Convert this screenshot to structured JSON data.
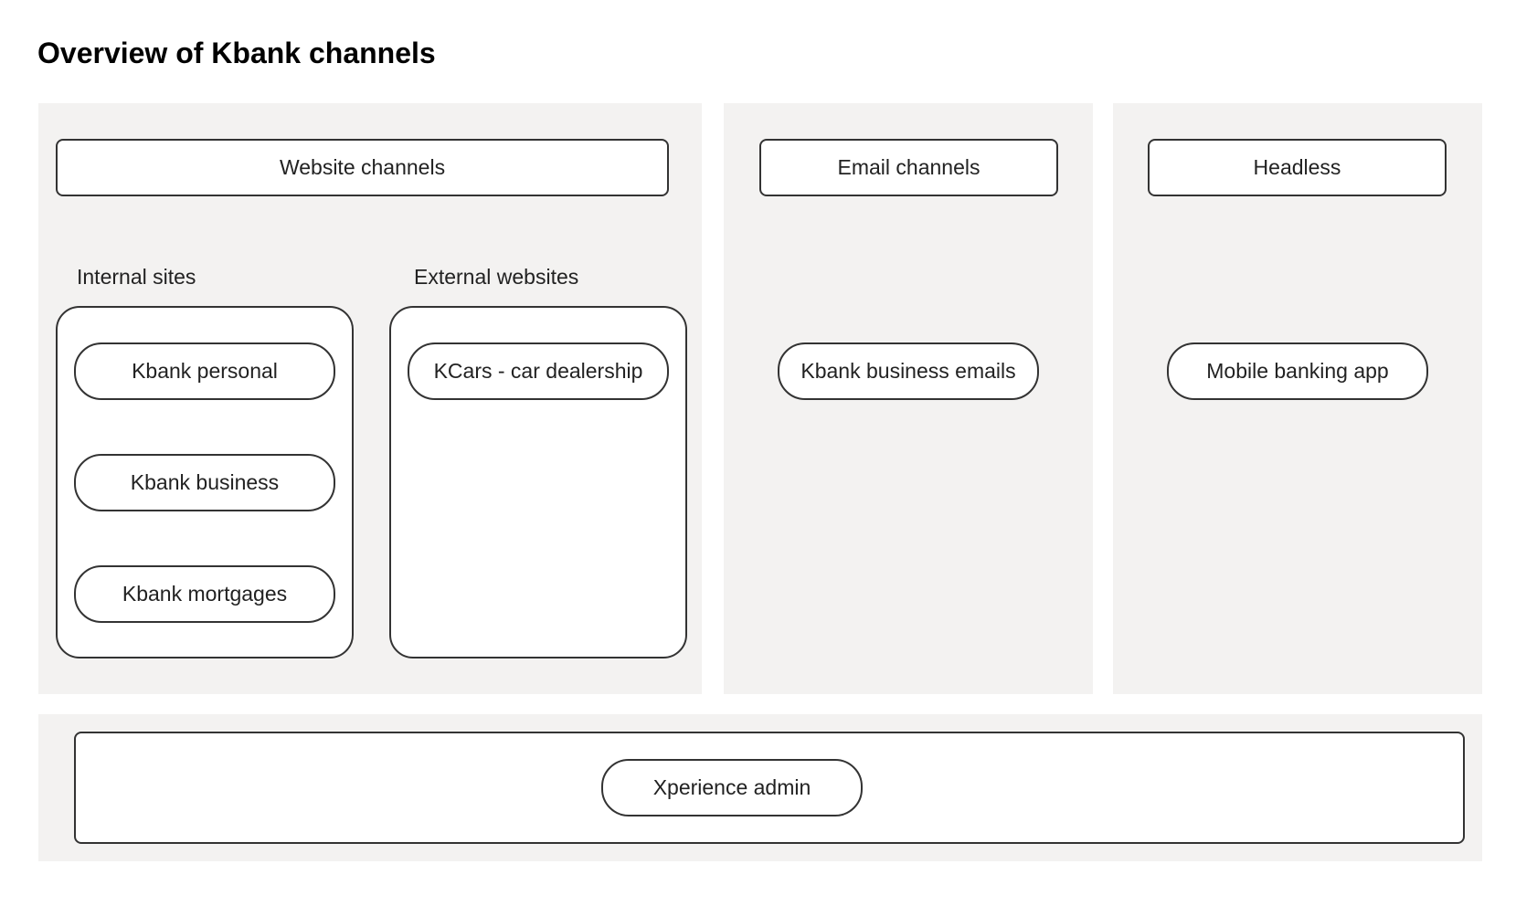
{
  "title": "Overview of Kbank channels",
  "website": {
    "header": "Website channels",
    "internal": {
      "label": "Internal sites",
      "items": [
        "Kbank personal",
        "Kbank business",
        "Kbank mortgages"
      ]
    },
    "external": {
      "label": "External websites",
      "items": [
        "KCars - car dealership"
      ]
    }
  },
  "email": {
    "header": "Email channels",
    "items": [
      "Kbank business emails"
    ]
  },
  "headless": {
    "header": "Headless",
    "items": [
      "Mobile banking app"
    ]
  },
  "admin": {
    "items": [
      "Xperience admin"
    ]
  },
  "colors": {
    "panel_background": "#f3f2f1",
    "box_border": "#333333",
    "box_fill": "#ffffff"
  }
}
